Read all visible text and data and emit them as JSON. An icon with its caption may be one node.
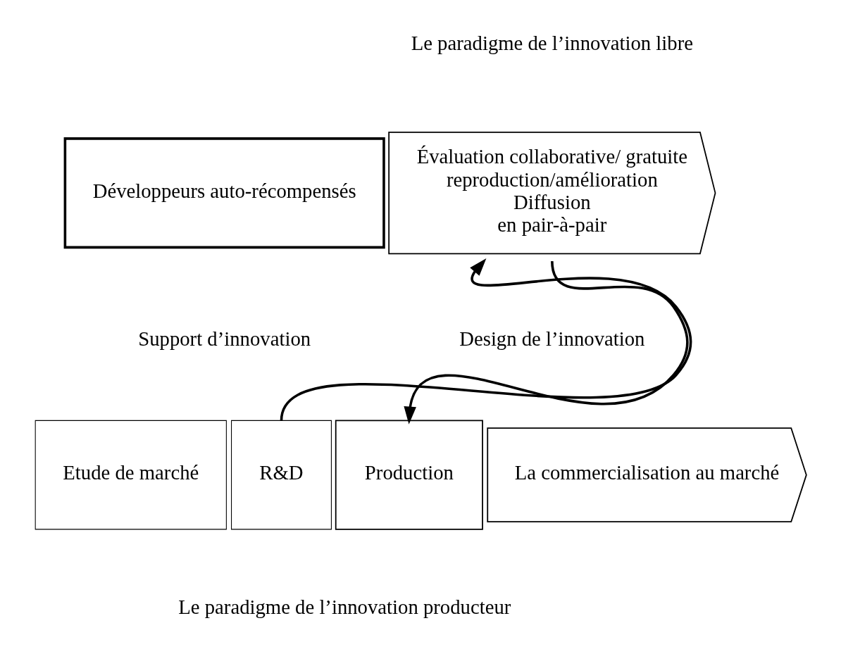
{
  "diagram": {
    "nodes": [
      {
        "text": [
          "Développeurs auto-récompensés"
        ]
      },
      {
        "text": [
          "Évaluation collaborative/ gratuite",
          "reproduction/amélioration",
          "Diffusion",
          "en pair-à-pair"
        ]
      },
      {
        "text": [
          "Etude de marché"
        ]
      },
      {
        "text": [
          "R&D"
        ]
      },
      {
        "text": [
          "Production"
        ]
      },
      {
        "text": [
          "La commercialisation au marché"
        ]
      }
    ],
    "edges": [
      {
        "from": 3,
        "to": 1,
        "arrow": "to"
      },
      {
        "from": 1,
        "to": 4,
        "arrow": "to"
      }
    ],
    "labels": [
      "Le paradigme de l’innovation libre",
      "Support d’innovation",
      "Design de l’innovation",
      "Le paradigme de l’innovation producteur"
    ]
  }
}
